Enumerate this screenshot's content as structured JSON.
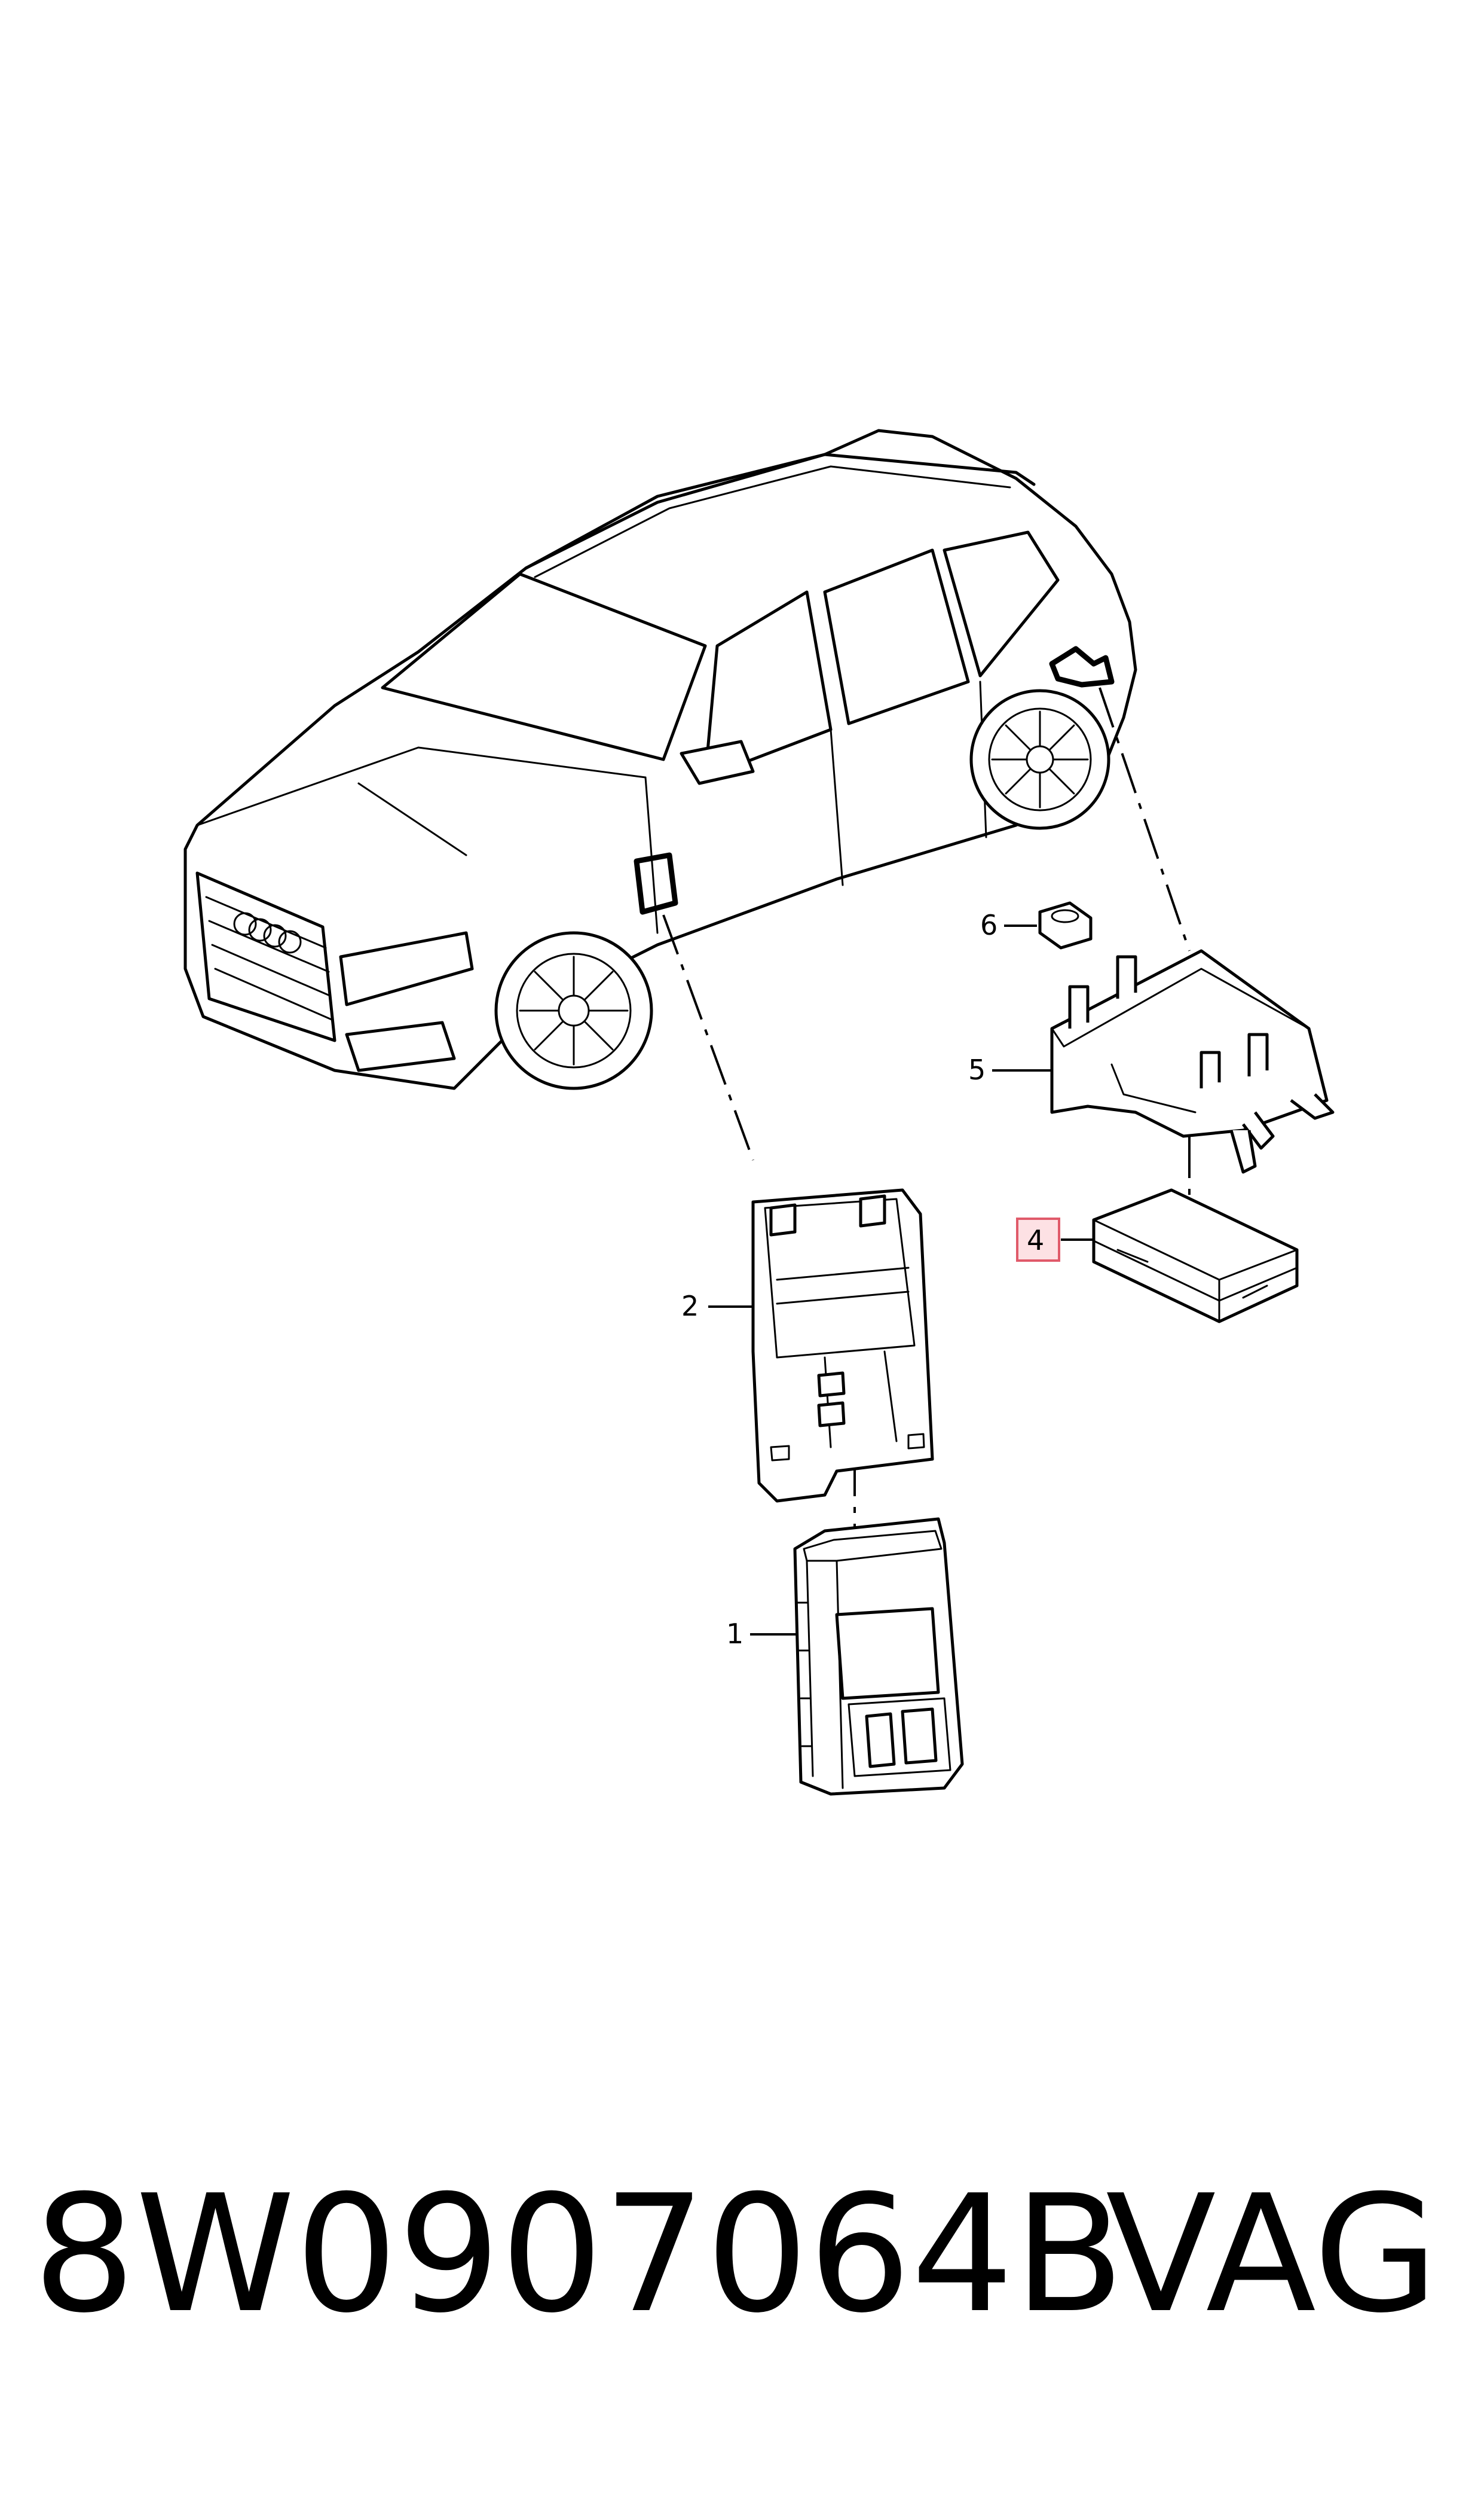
{
  "callouts": [
    {
      "id": "1",
      "label": "1"
    },
    {
      "id": "2",
      "label": "2"
    },
    {
      "id": "4",
      "label": "4",
      "highlighted": true
    },
    {
      "id": "5",
      "label": "5"
    },
    {
      "id": "6",
      "label": "6"
    }
  ],
  "footer": {
    "part_number": "8W0907064B",
    "brand": "VAG"
  },
  "colors": {
    "line": "#000000",
    "highlight_fill": "#fde1e4",
    "highlight_border": "#e05a6a"
  }
}
